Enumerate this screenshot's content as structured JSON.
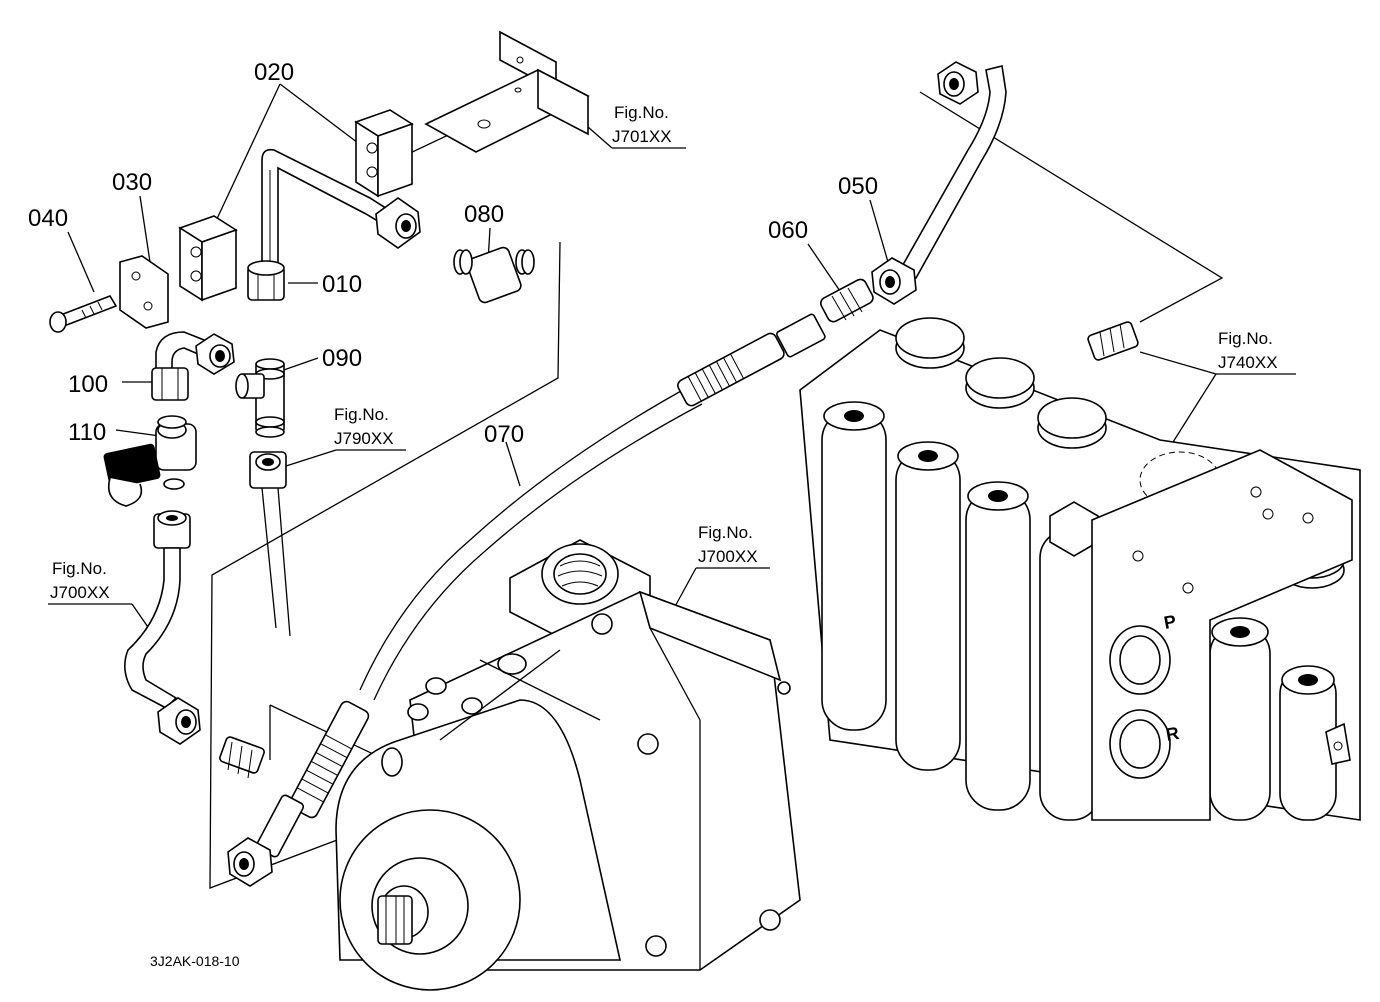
{
  "part_labels": {
    "p010": "010",
    "p020": "020",
    "p030": "030",
    "p040": "040",
    "p050": "050",
    "p060": "060",
    "p070": "070",
    "p080": "080",
    "p090": "090",
    "p100": "100",
    "p110": "110"
  },
  "fig_refs": {
    "j701": {
      "title": "Fig.No.",
      "code": "J701XX"
    },
    "j790": {
      "title": "Fig.No.",
      "code": "J790XX"
    },
    "j700_left": {
      "title": "Fig.No.",
      "code": "J700XX"
    },
    "j700_mid": {
      "title": "Fig.No.",
      "code": "J700XX"
    },
    "j740": {
      "title": "Fig.No.",
      "code": "J740XX"
    }
  },
  "port_marks": {
    "p": "P",
    "r": "R"
  },
  "drawing_code": "3J2AK-018-10"
}
